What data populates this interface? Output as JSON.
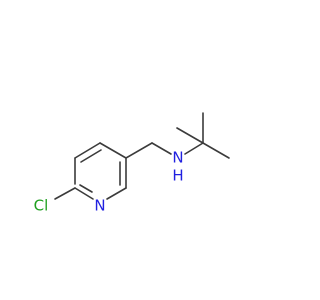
{
  "molecule": {
    "atoms": [
      {
        "id": "Cl",
        "label": "Cl",
        "color": "#1fa01f"
      },
      {
        "id": "N_ring",
        "label": "N",
        "color": "#2020e0"
      },
      {
        "id": "N_amine",
        "label": "N",
        "color": "#2020e0"
      },
      {
        "id": "H_amine",
        "label": "H",
        "color": "#2020e0"
      }
    ],
    "bond_color": "#3b3b3b"
  }
}
